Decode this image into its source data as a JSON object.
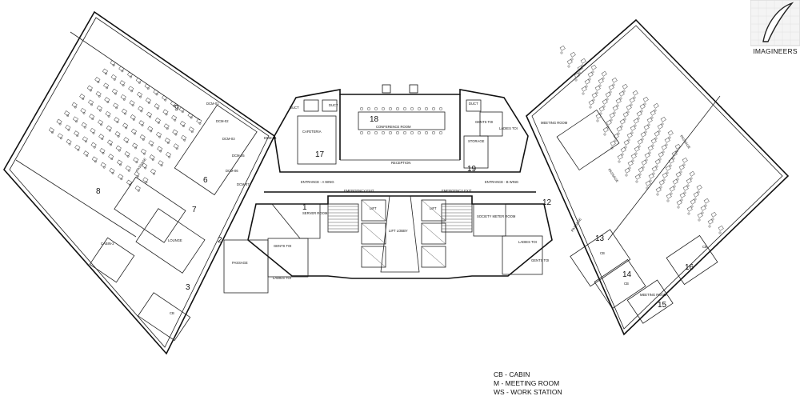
{
  "brand": {
    "name": "IMAGINEERS"
  },
  "legend": [
    "CB -  CABIN",
    "M  - MEETING ROOM",
    "WS - WORK STATION"
  ],
  "zones": {
    "z1": "1",
    "z2": "2",
    "z3": "3",
    "z6": "6",
    "z7": "7",
    "z8": "8",
    "z9": "9",
    "z12": "12",
    "z13": "13",
    "z14": "14",
    "z15": "15",
    "z16": "16",
    "z17": "17",
    "z18": "18",
    "z19": "19"
  },
  "rooms": {
    "conference": "CONFERENCE ROOM",
    "cafeteria": "CAFETERIA",
    "reception": "RECEPTION",
    "lift_lobby": "LIFT LOBBY",
    "server_room": "SERVER ROOM",
    "society_meter": "SOCIETY METER ROOM",
    "gents_toilet_top": "GENTS TOI",
    "ladies_toilet_top": "LADIES TOI",
    "gents_toilet_left": "GENTS TOI",
    "ladies_toilet_left": "LADIES TOI",
    "gents_toilet_right": "GENTS TOI",
    "ladies_toilet_right": "LADIES TOI",
    "entrance_a": "ENTRANCE - A WING",
    "entrance_b": "ENTRANCE - B WING",
    "emergency_left": "EMERGENCY EXIT",
    "emergency_right": "EMERGENCY EXIT",
    "duct_1": "DUCT",
    "duct_2": "DUCT",
    "duct_3": "DUCT",
    "storage": "STORAGE",
    "lounge": "LOUNGE",
    "meeting_top_right": "MEETING ROOM",
    "meeting_bottom_right": "MEETING ROOM",
    "passage_l1": "PASSAGE",
    "passage_l2": "PASSAGE",
    "passage_r1": "PASSAGE",
    "passage_r2": "PASSAGE",
    "passage_r3": "PASSAGE",
    "lift": "LIFT",
    "cabin_2": "CABIN-2",
    "ucm_1": "DCM-01",
    "ucm_2": "DCM-02",
    "ucm_3": "DCM-03",
    "ucm_4": "DCM-04",
    "ucm_5": "DCM-05",
    "ucm_6": "DCM-06",
    "ucm_7": "DCM-07",
    "cb": "CB"
  }
}
